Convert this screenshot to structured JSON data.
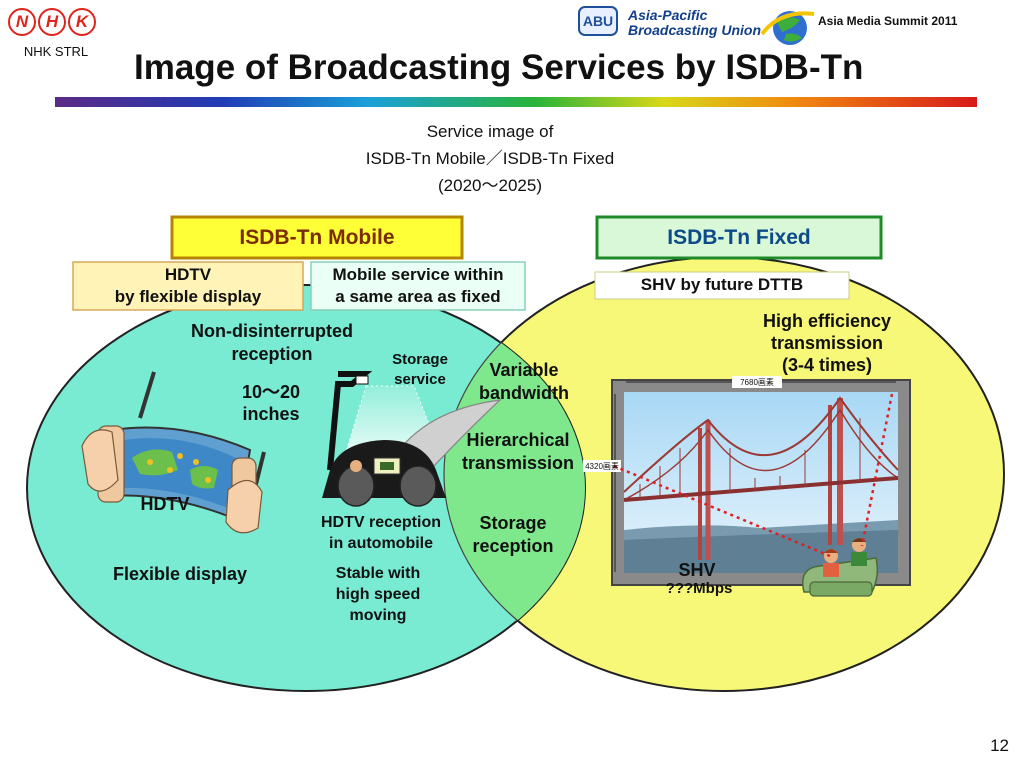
{
  "header": {
    "nhk_letters": [
      "N",
      "H",
      "K"
    ],
    "nhk_sub": "NHK STRL",
    "title": "Image of Broadcasting Services by ISDB-Tn",
    "abu_mark": "ABU",
    "abu_name_line1": "Asia-Pacific",
    "abu_name_line2": "Broadcasting Union",
    "event": "Asia Media Summit 2011"
  },
  "caption": {
    "line1": "Service image of",
    "line2": "ISDB-Tn Mobile／ISDB-Tn Fixed",
    "line3": "(2020～2025)"
  },
  "mobile": {
    "header": "ISDB-Tn Mobile",
    "box1_line1": "HDTV",
    "box1_line2": "by flexible display",
    "box2_line1": "Mobile service within",
    "box2_line2": "a same area as fixed",
    "reception_line1": "Non-disinterrupted",
    "reception_line2": "reception",
    "size_line1": "10～20",
    "size_line2": "inches",
    "storage_line1": "Storage",
    "storage_line2": "service",
    "hdtv": "HDTV",
    "flexible": "Flexible display",
    "auto_line1": "HDTV reception",
    "auto_line2": "in automobile",
    "stable_line1": "Stable with",
    "stable_line2": "high speed",
    "stable_line3": "moving"
  },
  "overlap": {
    "variable_line1": "Variable",
    "variable_line2": "bandwidth",
    "hier_line1": "Hierarchical",
    "hier_line2": "transmission",
    "storage_line1": "Storage",
    "storage_line2": "reception"
  },
  "fixed": {
    "header": "ISDB-Tn Fixed",
    "shv_box": "SHV by future DTTB",
    "eff_line1": "High efficiency",
    "eff_line2": "transmission",
    "eff_line3": "(3-4 times)",
    "width_label": "7680画素",
    "height_label": "4320画素",
    "shv": "SHV",
    "rate": "???Mbps"
  },
  "colors": {
    "mobile_circle": "#78ebd2",
    "fixed_circle": "#f8f878",
    "overlap": "#7fe88c",
    "mobile_header_fill": "#ffff38",
    "mobile_header_border": "#b58400",
    "mobile_header_text": "#7a2b00",
    "fixed_header_fill": "#d8f8d8",
    "fixed_header_border": "#1f8a2a",
    "fixed_header_text": "#0d4a8a"
  },
  "page_number": "12"
}
